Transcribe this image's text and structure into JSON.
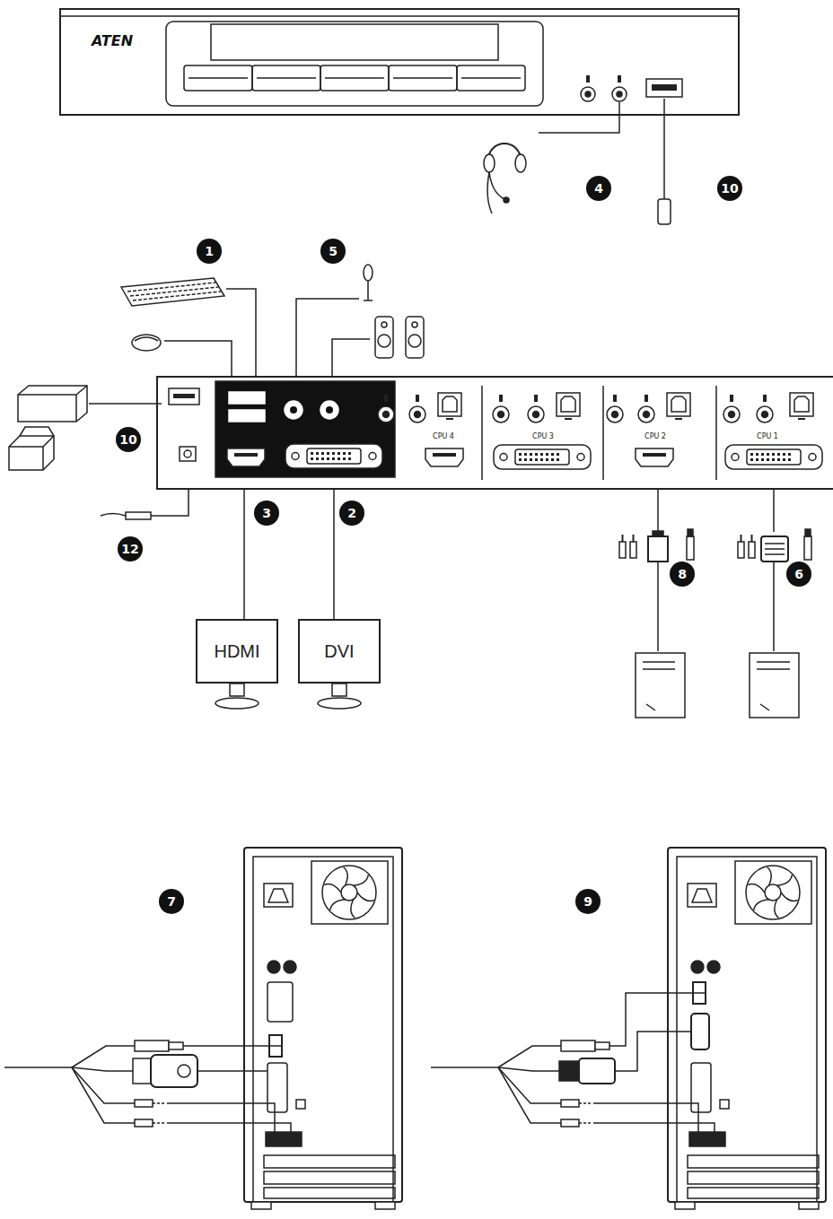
{
  "diagram": {
    "nodes": [
      {
        "text": [
          "HDMI"
        ]
      },
      {
        "text": [
          "DVI"
        ]
      }
    ],
    "labels": [
      "ATEN",
      "4",
      "10",
      "1",
      "5",
      "10",
      "3",
      "2",
      "12",
      "8",
      "6",
      "CPU 4",
      "CPU 3",
      "CPU 2",
      "CPU 1",
      "7",
      "9"
    ]
  }
}
